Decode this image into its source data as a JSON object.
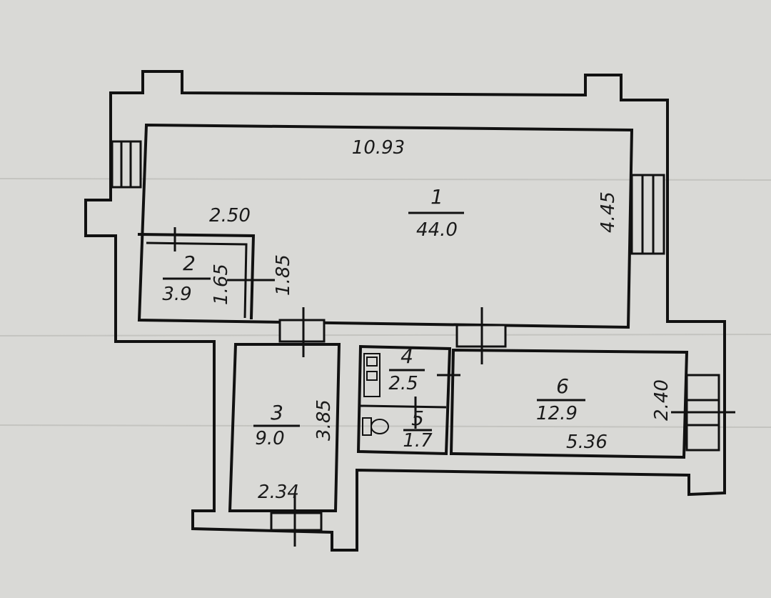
{
  "rooms": [
    {
      "number": "1",
      "area": "44.0"
    },
    {
      "number": "2",
      "area": "3.9"
    },
    {
      "number": "3",
      "area": "9.0"
    },
    {
      "number": "4",
      "area": "2.5"
    },
    {
      "number": "5",
      "area": "1.7"
    },
    {
      "number": "6",
      "area": "12.9"
    }
  ],
  "dimensions": {
    "room1_width": "10.93",
    "room1_depth": "4.45",
    "room2_width": "2.50",
    "room2_depth_inner": "1.65",
    "room2_depth_outer": "1.85",
    "room3_depth": "3.85",
    "room3_width": "2.34",
    "room6_width": "5.36",
    "room6_depth": "2.40"
  },
  "colors": {
    "paper": "#d9d9d6",
    "ink": "#111111"
  }
}
